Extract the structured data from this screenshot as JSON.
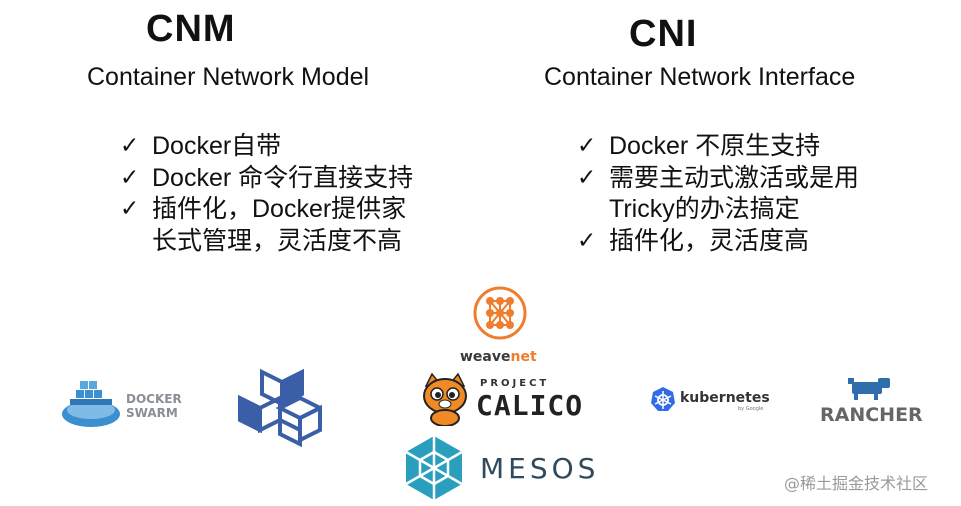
{
  "cnm": {
    "title": "CNM",
    "subtitle": "Container Network Model",
    "items": [
      {
        "line1": "Docker自带",
        "line2": ""
      },
      {
        "line1": "Docker 命令行直接支持",
        "line2": ""
      },
      {
        "line1": "插件化，Docker提供家",
        "line2": "长式管理，灵活度不高"
      }
    ]
  },
  "cni": {
    "title": "CNI",
    "subtitle": "Container Network Interface",
    "items": [
      {
        "line1": "Docker 不原生支持",
        "line2": ""
      },
      {
        "line1": "需要主动式激活或是用",
        "line2": "Tricky的办法搞定"
      },
      {
        "line1": "插件化，灵活度高",
        "line2": ""
      }
    ]
  },
  "check_mark": "✓",
  "logos": {
    "docker_swarm": {
      "line1": "DOCKER",
      "line2": "SWARM"
    },
    "weavenet": {
      "weave": "weave",
      "net": "net"
    },
    "calico": {
      "project": "PROJECT",
      "name": "CALICO"
    },
    "mesos": "MESOS",
    "kubernetes": {
      "name": "kubernetes",
      "by": "by Google"
    },
    "rancher": "RANCHER"
  },
  "watermark": "@稀土掘金技术社区",
  "colors": {
    "weave_orange": "#f07c2c",
    "mesos_teal": "#2a9fbd",
    "mesos_text": "#2d4a5e",
    "k8s_blue": "#326ce5",
    "rancher_blue": "#2f6dad",
    "contiv_blue": "#3a5fa8",
    "docker_blue": "#3b8fd0"
  }
}
